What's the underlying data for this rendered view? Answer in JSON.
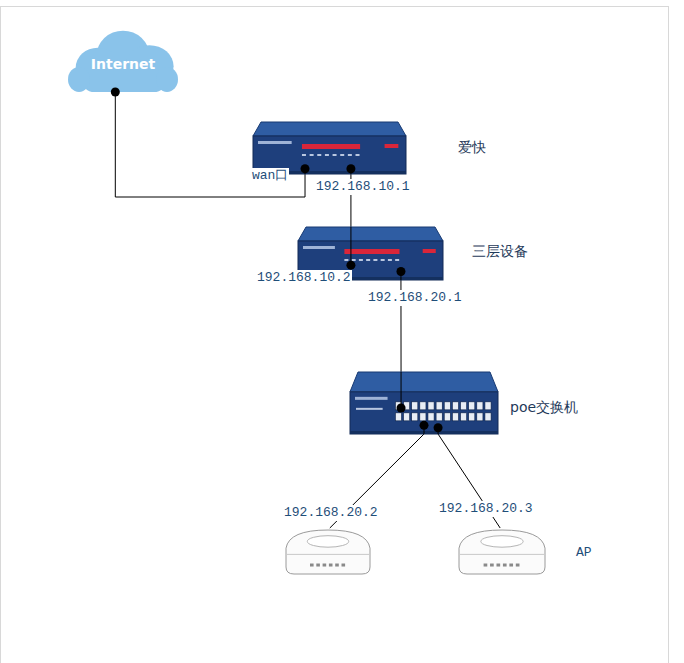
{
  "diagram": {
    "nodes": [
      {
        "text": [
          "Internet"
        ]
      },
      {
        "text": [
          "爱快"
        ]
      },
      {
        "text": [
          "三层设备"
        ]
      },
      {
        "text": [
          "poe交换机"
        ]
      },
      {
        "text": [
          "192.168.20.2"
        ]
      },
      {
        "text": [
          "192.168.20.3"
        ]
      }
    ],
    "edges": [
      {
        "from": 0,
        "to": 1,
        "arrow": "none",
        "label": "wan口"
      },
      {
        "from": 1,
        "to": 2,
        "arrow": "none"
      },
      {
        "from": 2,
        "to": 3,
        "arrow": "none"
      },
      {
        "from": 3,
        "to": 4,
        "arrow": "none"
      },
      {
        "from": 3,
        "to": 5,
        "arrow": "none"
      }
    ],
    "labels": [
      "192.168.10.1",
      "192.168.10.2",
      "192.168.20.1",
      "AP"
    ]
  }
}
